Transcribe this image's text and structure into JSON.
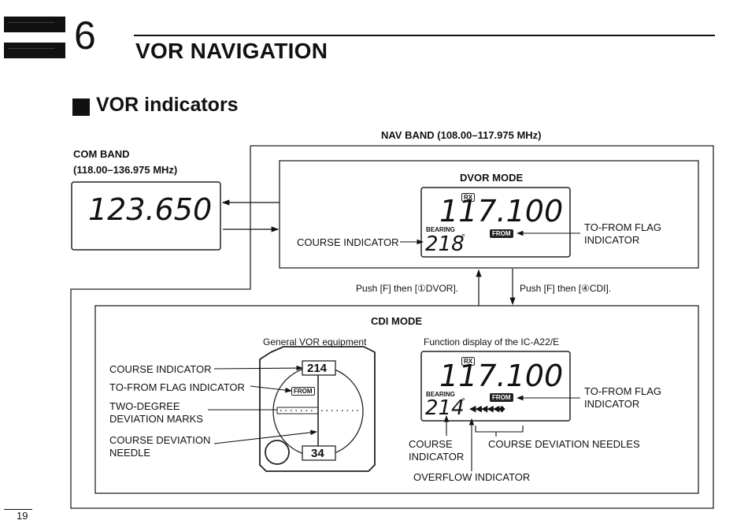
{
  "header": {
    "chapter_number": "6",
    "chapter_title": "VOR NAVIGATION"
  },
  "section": {
    "title": "VOR indicators"
  },
  "nav_band_label": "NAV BAND (108.00–117.975 MHz)",
  "com_band": {
    "label": "COM BAND",
    "range": "(118.00–136.975 MHz)",
    "display_value": "123.650"
  },
  "dvor": {
    "title": "DVOR MODE",
    "rx_label": "RX",
    "frequency": "117.100",
    "bearing_label": "BEARING",
    "bearing_value": "218",
    "degree": "°",
    "from_label": "FROM",
    "course_indicator_label": "COURSE INDICATOR",
    "flag_label_line1": "TO-FROM FLAG",
    "flag_label_line2": "INDICATOR"
  },
  "push_dvor": "Push [F] then [①DVOR].",
  "push_cdi": "Push [F] then [④CDI].",
  "cdi": {
    "title": "CDI MODE",
    "general_caption": "General VOR equipment",
    "function_caption": "Function display of the IC-A22/E",
    "course_indicator_label": "COURSE INDICATOR",
    "to_from_flag_label": "TO-FROM FLAG INDICATOR",
    "two_degree_line1": "TWO-DEGREE",
    "two_degree_line2": "DEVIATION MARKS",
    "needle_line1": "COURSE DEVIATION",
    "needle_line2": "NEEDLE",
    "gauge_top": "214",
    "gauge_bottom": "34",
    "gauge_from": "FROM",
    "rx_label": "RX",
    "frequency": "117.100",
    "bearing_label": "BEARING",
    "bearing_value": "214",
    "degree": "°",
    "from_label": "FROM",
    "needles": "◀◀◀◀◀◆",
    "flag_label_line1": "TO-FROM FLAG",
    "flag_label_line2": "INDICATOR",
    "course_label_line1": "COURSE",
    "course_label_line2": "INDICATOR",
    "needles_label": "COURSE DEVIATION NEEDLES",
    "overflow_label": "OVERFLOW INDICATOR"
  },
  "page_number": "19"
}
